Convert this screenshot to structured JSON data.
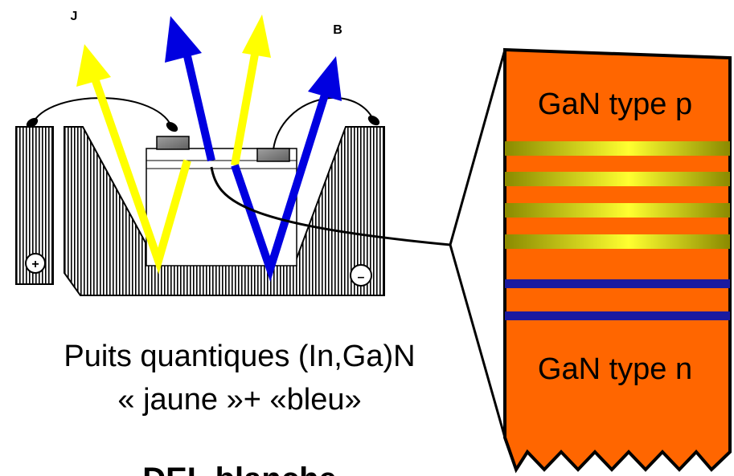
{
  "labels": {
    "yellow_arrow": "J",
    "blue_arrow": "B",
    "plus": "+",
    "minus": "–"
  },
  "caption": {
    "line1": "Puits quantiques (In,Ga)N",
    "line2": "« jaune »+ «bleu»"
  },
  "title": "DEL blanche",
  "layers": {
    "top": "GaN type p",
    "bottom": "GaN type n"
  },
  "colors": {
    "yellow": "#ffff00",
    "blue": "#0000e0",
    "orange": "#ff6600",
    "dark_blue_layer": "#1a1aa0",
    "gold": "#c8c000"
  }
}
